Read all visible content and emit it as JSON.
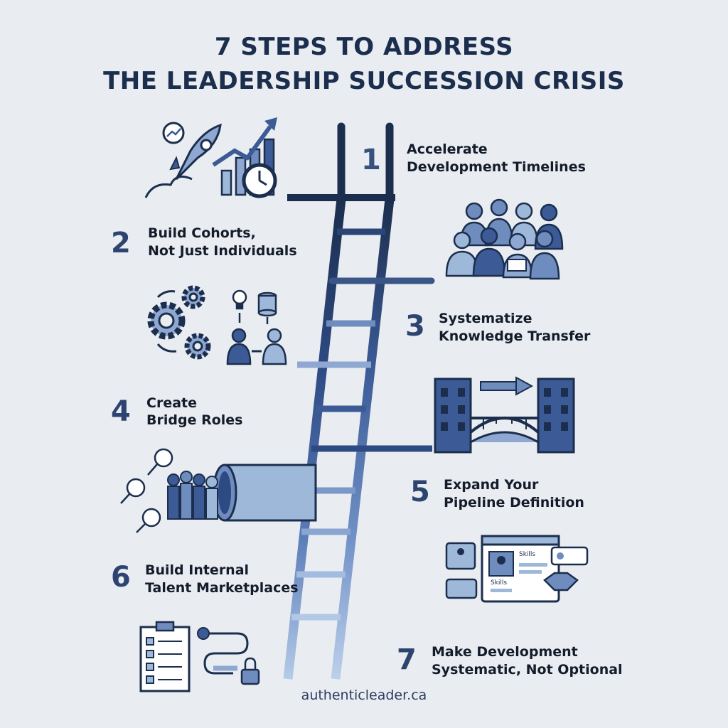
{
  "title": {
    "line1": "7 STEPS TO ADDRESS",
    "line2": "THE LEADERSHIP SUCCESSION CRISIS"
  },
  "steps": [
    {
      "number": "1",
      "line1": "Accelerate",
      "line2": "Development Timelines",
      "icon": "rocket-growth-clock-icon"
    },
    {
      "number": "2",
      "line1": "Build Cohorts,",
      "line2": "Not Just Individuals",
      "icon": "team-group-icon"
    },
    {
      "number": "3",
      "line1": "Systematize",
      "line2": "Knowledge Transfer",
      "icon": "gears-knowledge-icon"
    },
    {
      "number": "4",
      "line1": "Create",
      "line2": "Bridge Roles",
      "icon": "bridge-icon"
    },
    {
      "number": "5",
      "line1": "Expand Your",
      "line2": "Pipeline Definition",
      "icon": "pipeline-people-icon"
    },
    {
      "number": "6",
      "line1": "Build Internal",
      "line2": "Talent Marketplaces",
      "icon": "profile-marketplace-icon"
    },
    {
      "number": "7",
      "line1": "Make Development",
      "line2": "Systematic, Not Optional",
      "icon": "checklist-process-icon"
    }
  ],
  "icon_text": {
    "skills_a": "Skills",
    "skills_b": "Skills"
  },
  "footer": "authenticleader.ca",
  "colors": {
    "navy": "#1c2e4d",
    "mid_blue": "#3b5a96",
    "light_blue": "#9eb8da",
    "background": "#e9edf1"
  }
}
